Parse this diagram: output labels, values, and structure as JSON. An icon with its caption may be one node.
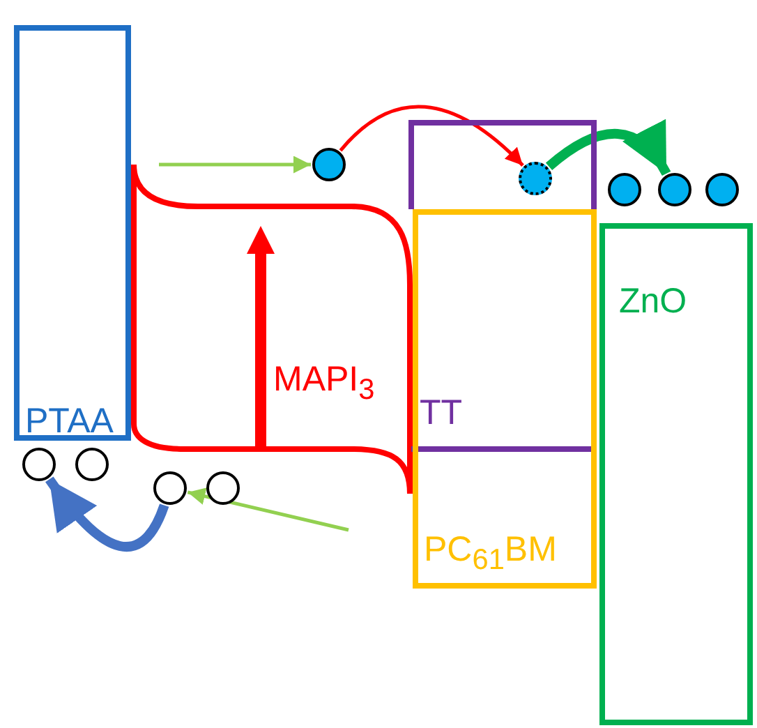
{
  "diagram": {
    "nodes": [
      {
        "text": [
          "PTAA"
        ]
      },
      {
        "text": [
          "MAPI$_{3}$"
        ]
      },
      {
        "text": [
          "TT"
        ]
      },
      {
        "text": [
          "PC$_{61}$BM"
        ]
      },
      {
        "text": [
          "ZnO"
        ]
      },
      {
        "text": [],
        "shape": "circle"
      },
      {
        "text": [],
        "shape": "circle",
        "in": 2
      },
      {
        "text": [],
        "shape": "circle"
      },
      {
        "text": [],
        "shape": "circle"
      },
      {
        "text": [],
        "shape": "circle"
      },
      {
        "text": [],
        "shape": "circle"
      },
      {
        "text": [],
        "shape": "circle"
      },
      {
        "text": [],
        "shape": "circle"
      },
      {
        "text": [],
        "shape": "circle"
      }
    ],
    "edges": [
      {
        "from": null,
        "to": 5,
        "arrow": "to",
        "color": "#92d050"
      },
      {
        "from": 5,
        "to": 6,
        "arrow": "to",
        "color": "#ff0000"
      },
      {
        "from": 6,
        "to": 8,
        "arrow": "to",
        "color": "#00b050",
        "style": "thick"
      },
      {
        "from": null,
        "to": 12,
        "arrow": "to",
        "color": "#92d050"
      },
      {
        "from": 12,
        "to": 10,
        "arrow": "to",
        "color": "#4472c4",
        "style": "thick"
      }
    ]
  }
}
